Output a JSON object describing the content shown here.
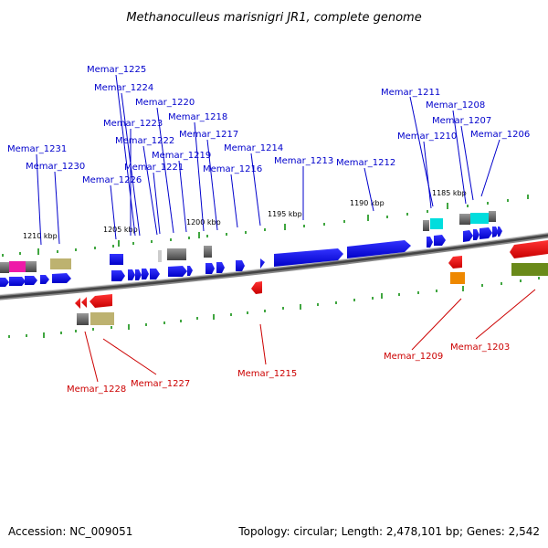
{
  "title": "Methanoculleus marisnigri JR1, complete genome",
  "accession": "Accession: NC_009051",
  "summary": "Topology: circular; Length: 2,478,101 bp; Genes: 2,542",
  "position_labels": [
    "1210 kbp",
    "1205 kbp",
    "1200 kbp",
    "1195 kbp",
    "1190 kbp",
    "1185 kbp"
  ],
  "upper_gene_labels": [
    "Memar_1225",
    "Memar_1224",
    "Memar_1220",
    "Memar_1218",
    "Memar_1223",
    "Memar_1222",
    "Memar_1217",
    "Memar_1219",
    "Memar_1214",
    "Memar_1221",
    "Memar_1216",
    "Memar_1213",
    "Memar_1212",
    "Memar_1231",
    "Memar_1230",
    "Memar_1226",
    "Memar_1211",
    "Memar_1208",
    "Memar_1207",
    "Memar_1210",
    "Memar_1206"
  ],
  "lower_gene_labels": [
    "Memar_1228",
    "Memar_1227",
    "Memar_1215",
    "Memar_1209",
    "Memar_1203"
  ],
  "colors": {
    "forward_gene": "#0000ee",
    "reverse_gene": "#ee0000",
    "backbone": "#555555",
    "scale_ticks": "#008800",
    "rna_cyan": "#00dddd",
    "magenta": "#ee1aa8",
    "khaki": "#bdb270",
    "olive": "#6a8a1a",
    "orange": "#ee8800",
    "gray_gene": "#666666"
  }
}
